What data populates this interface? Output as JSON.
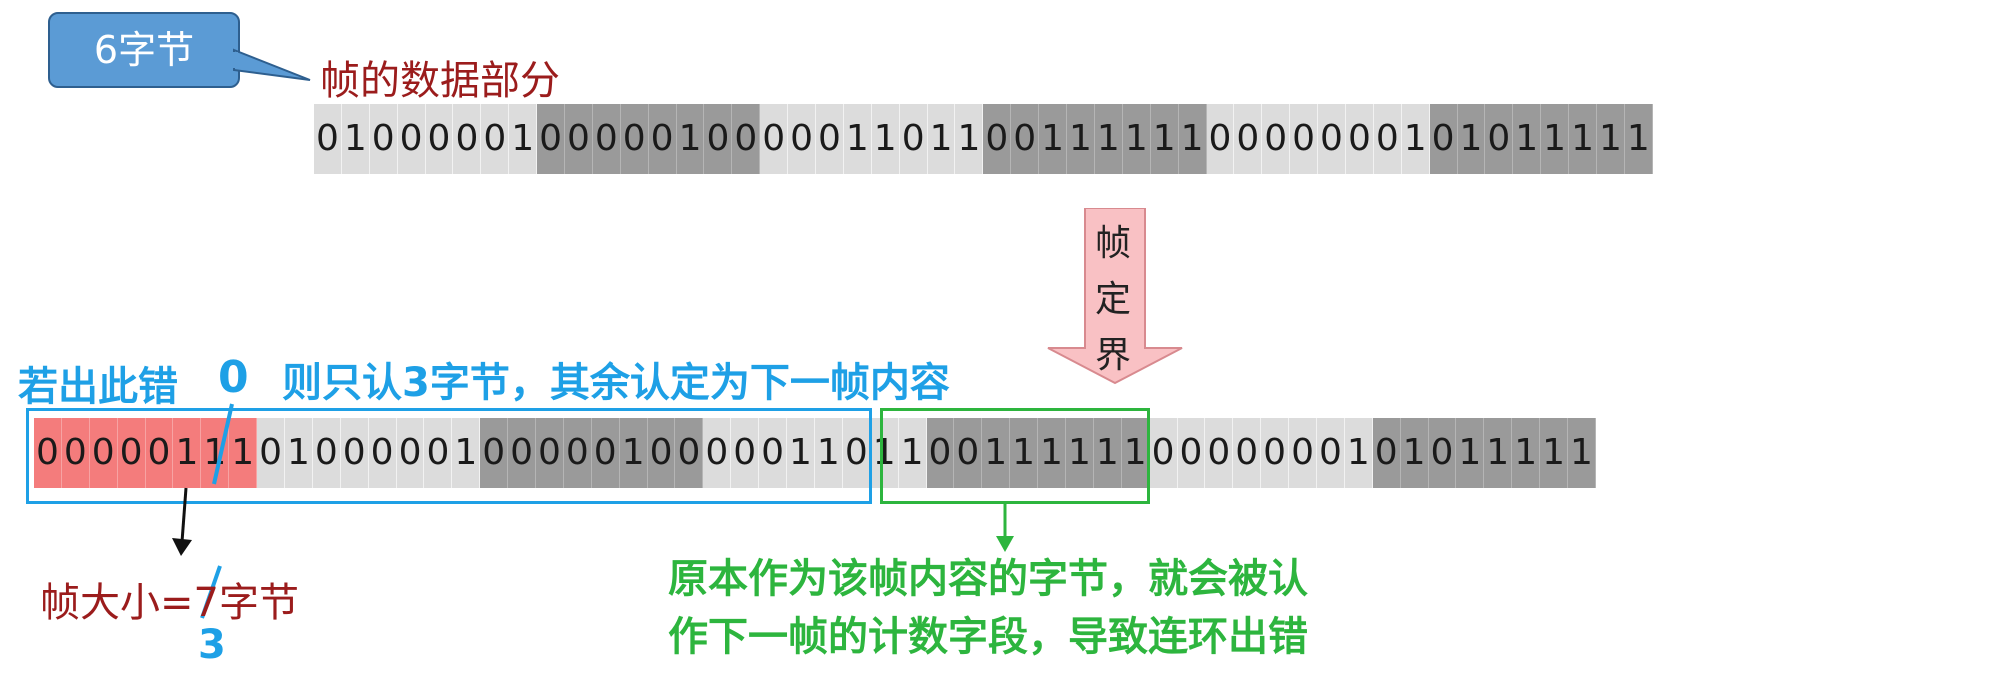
{
  "callout": {
    "label": "6字节"
  },
  "data_part_label": "帧的数据部分",
  "top_row": [
    {
      "bits": [
        "0",
        "1",
        "0",
        "0",
        "0",
        "0",
        "0",
        "1"
      ],
      "shade": "light"
    },
    {
      "bits": [
        "0",
        "0",
        "0",
        "0",
        "0",
        "1",
        "0",
        "0"
      ],
      "shade": "dark"
    },
    {
      "bits": [
        "0",
        "0",
        "0",
        "1",
        "1",
        "0",
        "1",
        "1"
      ],
      "shade": "light"
    },
    {
      "bits": [
        "0",
        "0",
        "1",
        "1",
        "1",
        "1",
        "1",
        "1"
      ],
      "shade": "dark"
    },
    {
      "bits": [
        "0",
        "0",
        "0",
        "0",
        "0",
        "0",
        "0",
        "1"
      ],
      "shade": "light"
    },
    {
      "bits": [
        "0",
        "1",
        "0",
        "1",
        "1",
        "1",
        "1",
        "1"
      ],
      "shade": "dark"
    }
  ],
  "arrow": {
    "chars": [
      "帧",
      "定",
      "界"
    ]
  },
  "error_heading": "若出此错",
  "error_digit": "0",
  "error_explain": "则只认3字节，其余认定为下一帧内容",
  "bottom_row": [
    {
      "bits": [
        "0",
        "0",
        "0",
        "0",
        "0",
        "1",
        "1",
        "1"
      ],
      "shade": "red"
    },
    {
      "bits": [
        "0",
        "1",
        "0",
        "0",
        "0",
        "0",
        "0",
        "1"
      ],
      "shade": "light"
    },
    {
      "bits": [
        "0",
        "0",
        "0",
        "0",
        "0",
        "1",
        "0",
        "0"
      ],
      "shade": "dark"
    },
    {
      "bits": [
        "0",
        "0",
        "0",
        "1",
        "1",
        "0",
        "1",
        "1"
      ],
      "shade": "light"
    },
    {
      "bits": [
        "0",
        "0",
        "1",
        "1",
        "1",
        "1",
        "1",
        "1"
      ],
      "shade": "dark"
    },
    {
      "bits": [
        "0",
        "0",
        "0",
        "0",
        "0",
        "0",
        "0",
        "1"
      ],
      "shade": "light"
    },
    {
      "bits": [
        "0",
        "1",
        "0",
        "1",
        "1",
        "1",
        "1",
        "1"
      ],
      "shade": "dark"
    }
  ],
  "frame_size": {
    "prefix": "帧大小=",
    "old": "7",
    "suffix": "字节",
    "corrected": "3"
  },
  "green_note": {
    "line1": "原本作为该帧内容的字节，就会被认",
    "line2": "作下一帧的计数字段，导致连环出错"
  },
  "colors": {
    "blue": "#1ea0e6",
    "green": "#2db53e",
    "red_text": "#9b1c1c",
    "error_fill": "#f47c7c"
  }
}
